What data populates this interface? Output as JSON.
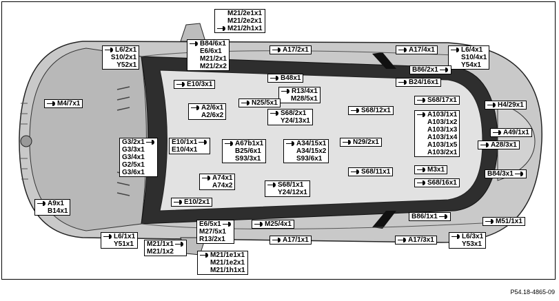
{
  "figure_code": "P54.18-4865-09",
  "icons": {
    "connector": "connector-icon"
  },
  "labels": {
    "m21_2e1x1": "M21/2e1x1",
    "m21_2e2x1": "M21/2e2x1",
    "m21_2h1x1": "M21/2h1x1",
    "b84_6x1": "B84/6x1",
    "e6_6x1": "E6/6x1",
    "m21_2x1": "M21/2x1",
    "m21_2x2": "M21/2x2",
    "l6_2x1": "L6/2x1",
    "s10_2x1": "S10/2x1",
    "y52x1": "Y52x1",
    "a17_2x1": "A17/2x1",
    "a17_4x1": "A17/4x1",
    "l6_4x1": "L6/4x1",
    "s10_4x1": "S10/4x1",
    "y54x1": "Y54x1",
    "b86_2x1": "B86/2x1",
    "b48x1": "B48x1",
    "b24_16x1": "B24/16x1",
    "e10_3x1": "E10/3x1",
    "r13_4x1": "R13/4x1",
    "m28_5x1": "M28/5x1",
    "m4_7x1": "M4/7x1",
    "n25_5x1": "N25/5x1",
    "s68_17x1": "S68/17x1",
    "h4_29x1": "H4/29x1",
    "a2_6x1": "A2/6x1",
    "a2_6x2": "A2/6x2",
    "s68_2x1": "S68/2x1",
    "y24_13x1": "Y24/13x1",
    "s68_12x1": "S68/12x1",
    "a103_1x1": "A103/1x1",
    "a103_1x2": "A103/1x2",
    "a103_1x3": "A103/1x3",
    "a103_1x4": "A103/1x4",
    "a103_1x5": "A103/1x5",
    "a103_2x1": "A103/2x1",
    "a49_1x1": "A49/1x1",
    "a28_3x1": "A28/3x1",
    "g3_2x1": "G3/2x1",
    "g3_3x1": "G3/3x1",
    "g3_4x1": "G3/4x1",
    "g2_5x1": "G2/5x1",
    "g3_6x1": "G3/6x1",
    "e10_1x1": "E10/1x1",
    "e10_4x1": "E10/4x1",
    "a67b1x1": "A67b1x1",
    "b25_6x1": "B25/6x1",
    "s93_3x1": "S93/3x1",
    "a34_15x1": "A34/15x1",
    "a34_15x2": "A34/15x2",
    "s93_6x1": "S93/6x1",
    "n29_2x1": "N29/2x1",
    "s68_11x1": "S68/11x1",
    "m3x1": "M3x1",
    "b84_3x1": "B84/3x1",
    "a74x1": "A74x1",
    "a74x2": "A74x2",
    "s68_16x1": "S68/16x1",
    "s68_1x1": "S68/1x1",
    "y24_12x1": "Y24/12x1",
    "a9x1": "A9x1",
    "b14x1": "B14x1",
    "e10_2x1": "E10/2x1",
    "b86_1x1": "B86/1x1",
    "m51_1x1": "M51/1x1",
    "e6_5x1": "E6/5x1",
    "m27_5x1": "M27/5x1",
    "r13_2x1": "R13/2x1",
    "m25_4x1": "M25/4x1",
    "l6_1x1": "L6/1x1",
    "y51x1": "Y51x1",
    "a17_1x1": "A17/1x1",
    "a17_3x1": "A17/3x1",
    "l6_3x1": "L6/3x1",
    "y53x1": "Y53x1",
    "m21_1x1": "M21/1x1",
    "m21_1x2": "M21/1x2",
    "m21_1e1x1": "M21/1e1x1",
    "m21_1e2x1": "M21/1e2x1",
    "m21_1h1x1": "M21/1h1x1"
  }
}
